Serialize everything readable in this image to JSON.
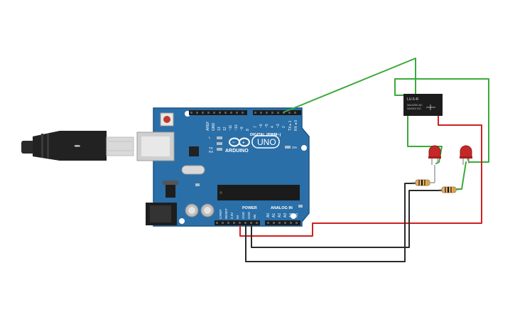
{
  "board": {
    "brand": "ARDUINO",
    "model": "UNO",
    "header_digital": "DIGITAL (PWM~)",
    "header_power": "POWER",
    "header_analog": "ANALOG IN",
    "led_l": "L",
    "led_tx": "TX",
    "led_rx": "RX",
    "led_on": "ON",
    "pins_top": [
      "AREF",
      "GND",
      "13",
      "12",
      "~11",
      "~10",
      "~9",
      "8",
      "7",
      "~6",
      "~5",
      "4",
      "~3",
      "2",
      "TX ▸ 1",
      "RX ◂ 0"
    ],
    "pins_power": [
      "IOREF",
      "RESET",
      "3.3V",
      "5V",
      "GND",
      "GND",
      "Vin"
    ],
    "pins_analog": [
      "A0",
      "A1",
      "A2",
      "A3",
      "A4",
      "A5"
    ]
  },
  "relay": {
    "line1": "LU-5-R",
    "line2": "3A/125V AC",
    "line3": "3A/24V DC"
  },
  "colors": {
    "board_blue": "#2a6fa8",
    "wire_green": "#3aaa3a",
    "wire_red": "#d02020",
    "wire_black": "#2a2a2a",
    "led_red": "#c62828"
  }
}
